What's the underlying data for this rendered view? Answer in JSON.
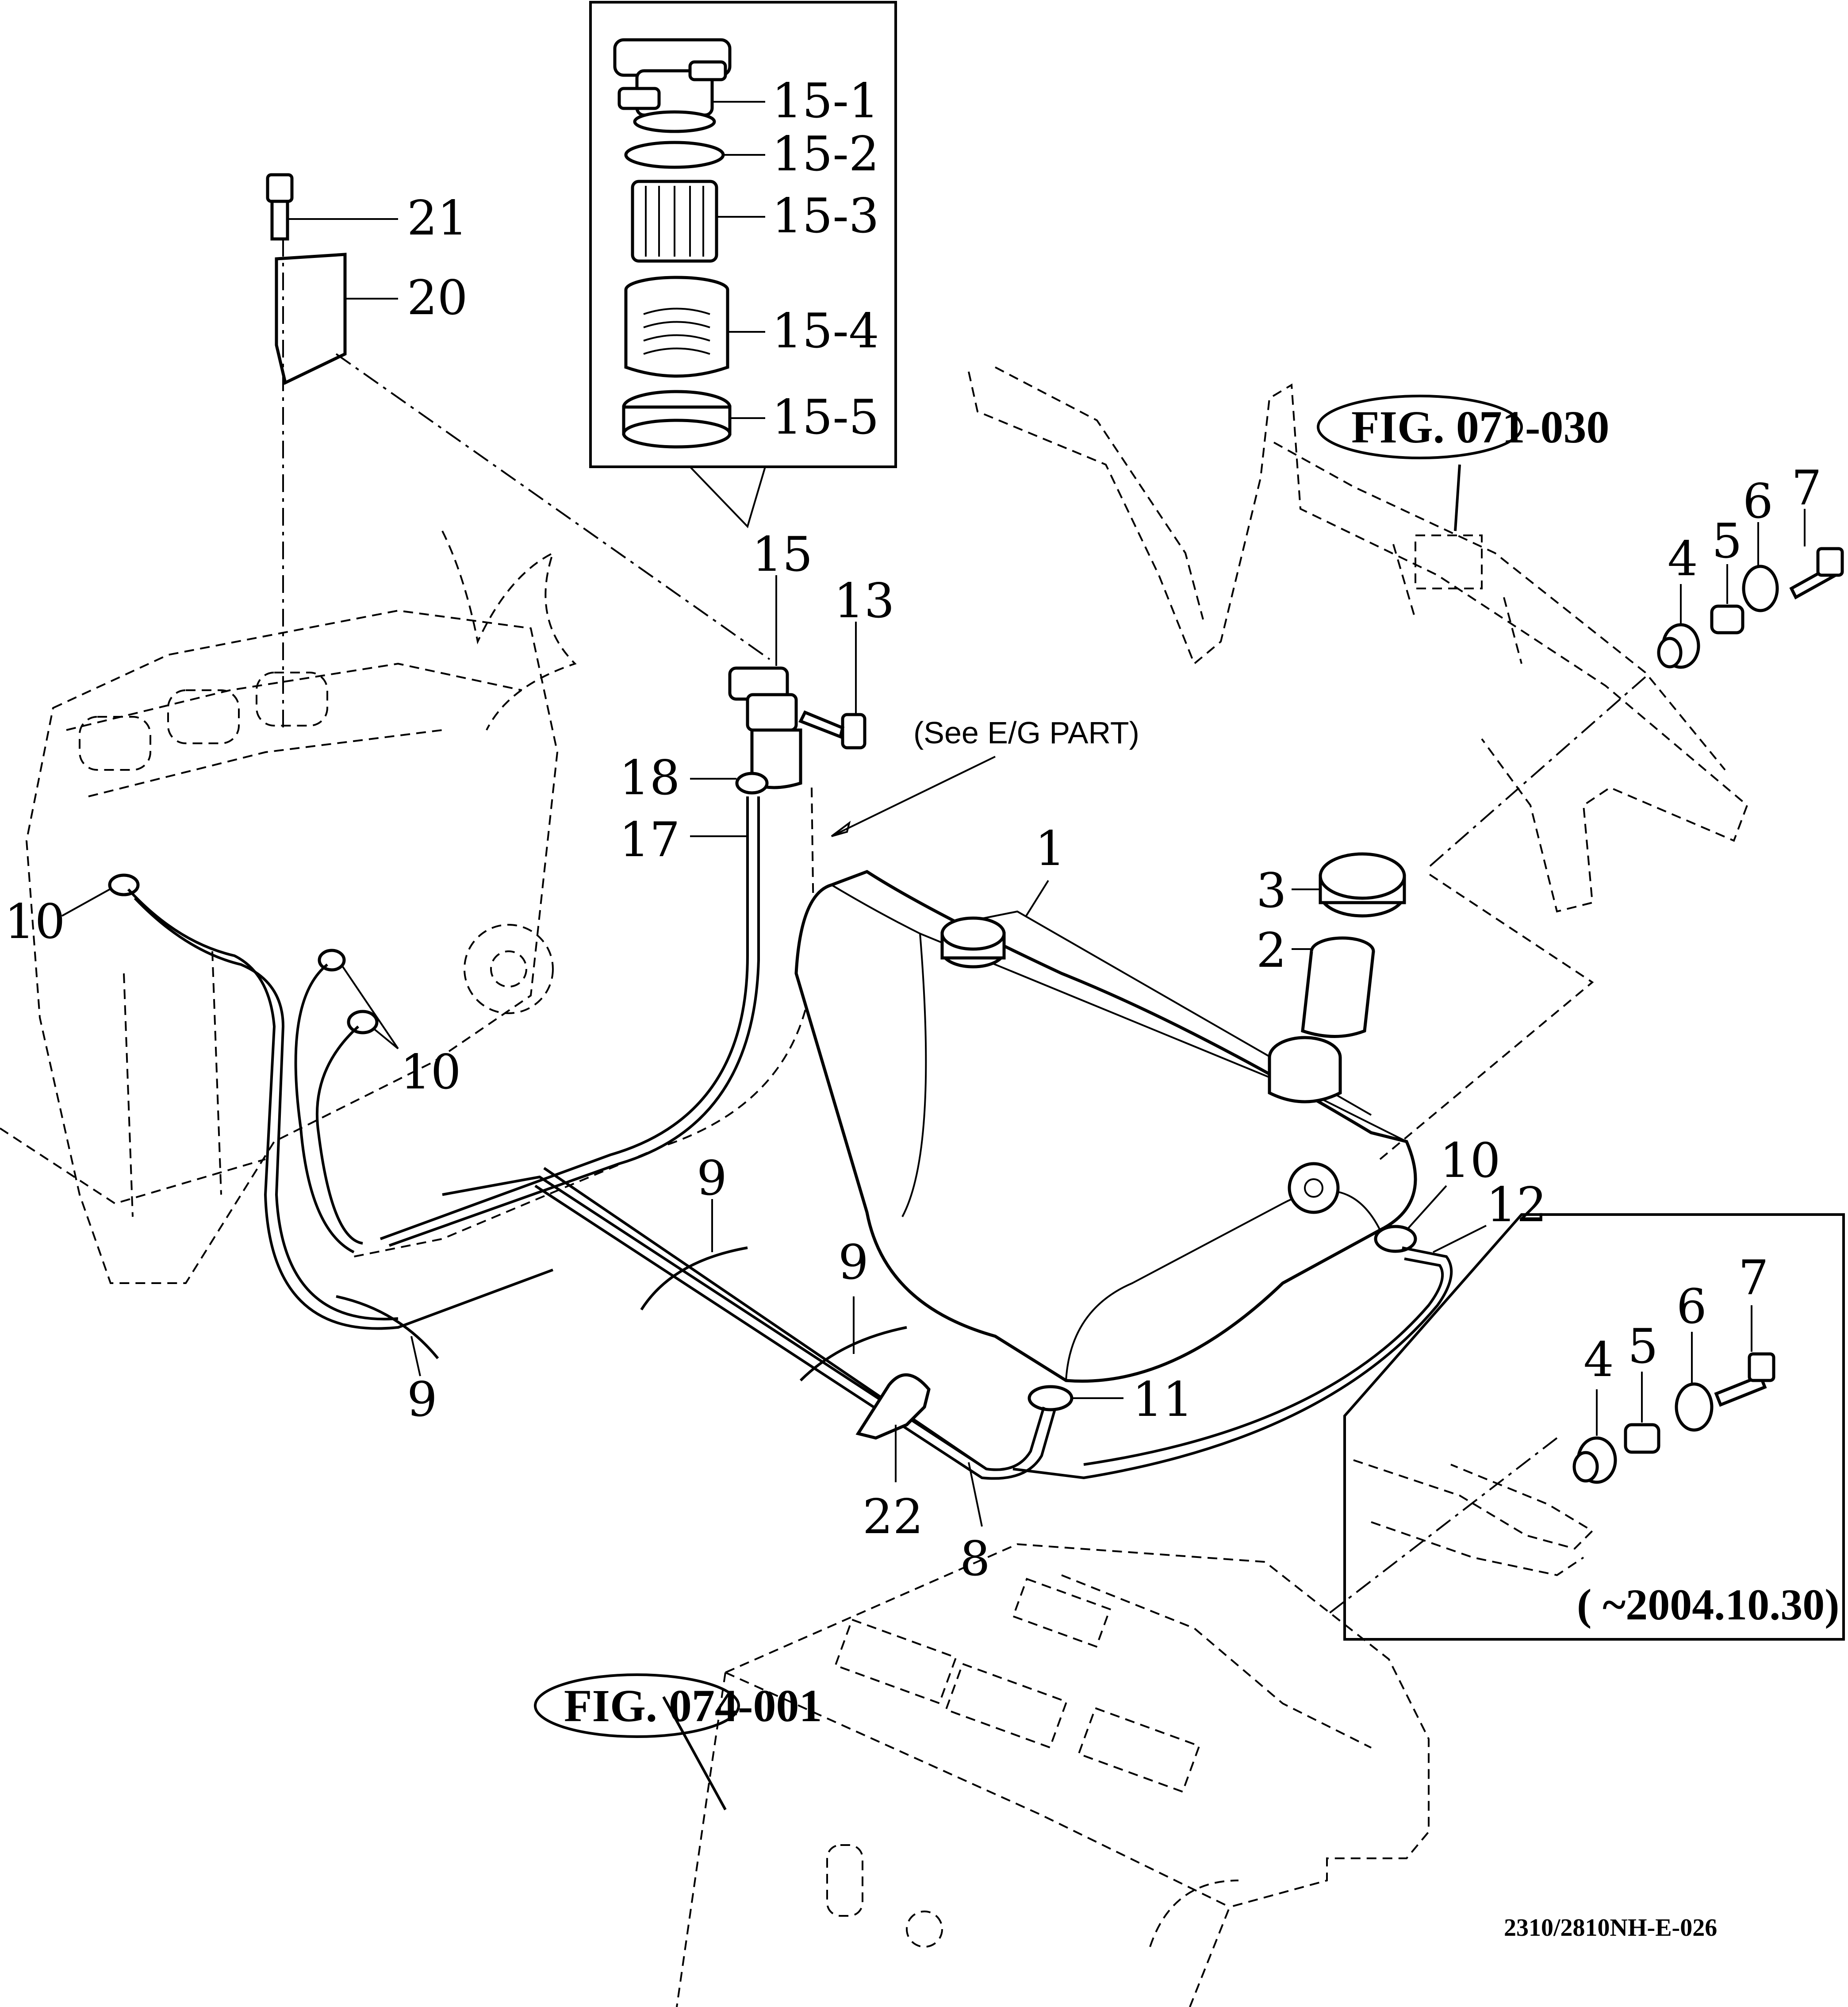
{
  "callouts": {
    "c15_1": "15-1",
    "c15_2": "15-2",
    "c15_3": "15-3",
    "c15_4": "15-4",
    "c15_5": "15-5",
    "c21": "21",
    "c20": "20",
    "c15": "15",
    "c13": "13",
    "c18": "18",
    "c17": "17",
    "c1": "1",
    "c3": "3",
    "c2": "2",
    "c10a": "10",
    "c10b": "10",
    "c10c": "10",
    "c12": "12",
    "c9a": "9",
    "c9b": "9",
    "c9c": "9",
    "c11": "11",
    "c22": "22",
    "c8": "8",
    "c4a": "4",
    "c5a": "5",
    "c6a": "6",
    "c7a": "7",
    "c4b": "4",
    "c5b": "5",
    "c6b": "6",
    "c7b": "7"
  },
  "figure_refs": {
    "fig_071_030": "FIG.  071-030",
    "fig_074_001": "FIG. 074-001"
  },
  "notes": {
    "see_eg_part": "(See E/G  PART)",
    "date_range": "( ~2004.10.30)",
    "drawing_number": "2310/2810NH-E-026"
  }
}
